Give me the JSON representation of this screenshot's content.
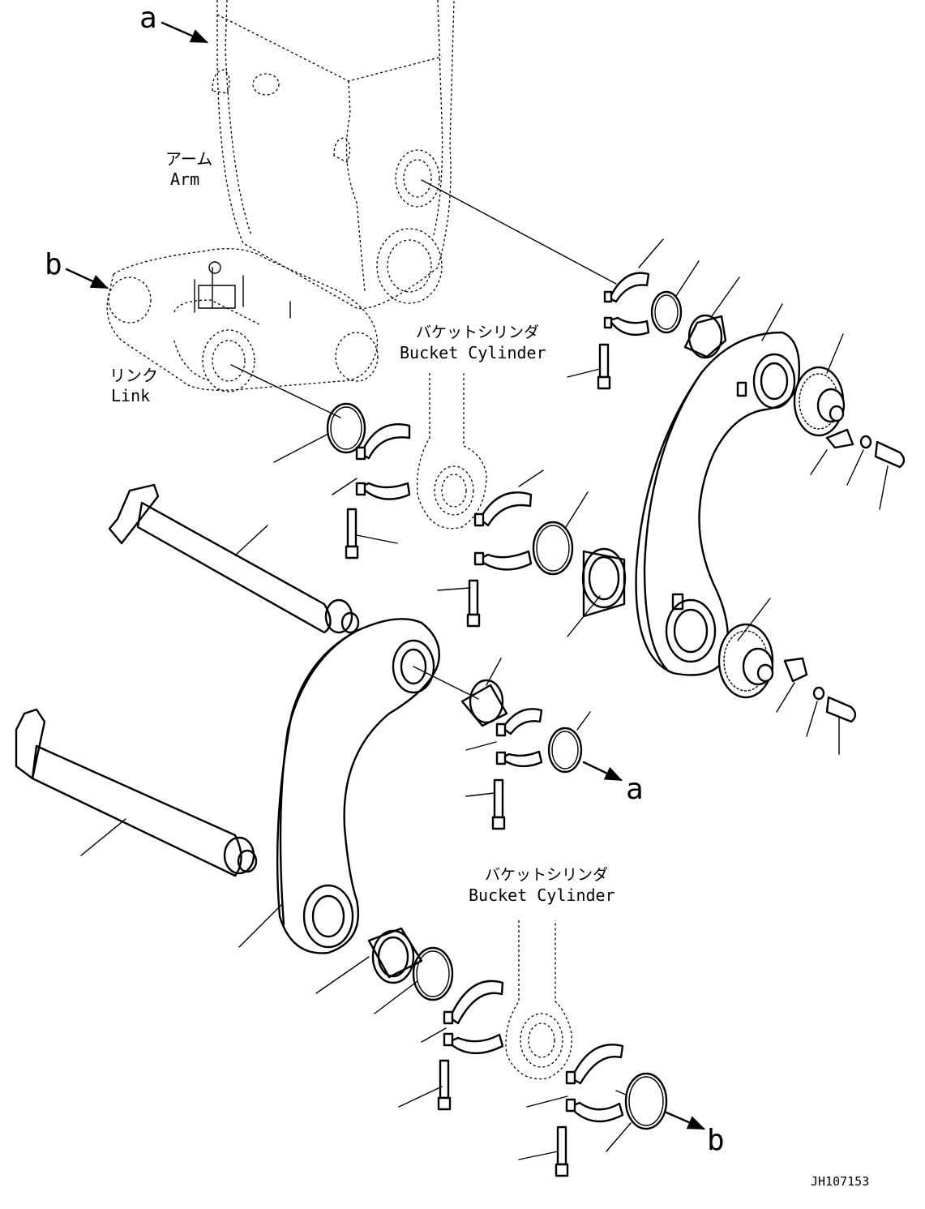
{
  "labels": {
    "ref_a_top": "a",
    "ref_b_top": "b",
    "ref_a_bottom": "a",
    "ref_b_bottom": "b",
    "arm_jp": "アーム",
    "arm_en": "Arm",
    "link_jp": "リンク",
    "link_en": "Link",
    "bucket_cyl_upper_jp": "バケットシリンダ",
    "bucket_cyl_upper_en": "Bucket Cylinder",
    "bucket_cyl_lower_jp": "バケットシリンダ",
    "bucket_cyl_lower_en": "Bucket Cylinder",
    "drawing_number": "JH107153"
  }
}
